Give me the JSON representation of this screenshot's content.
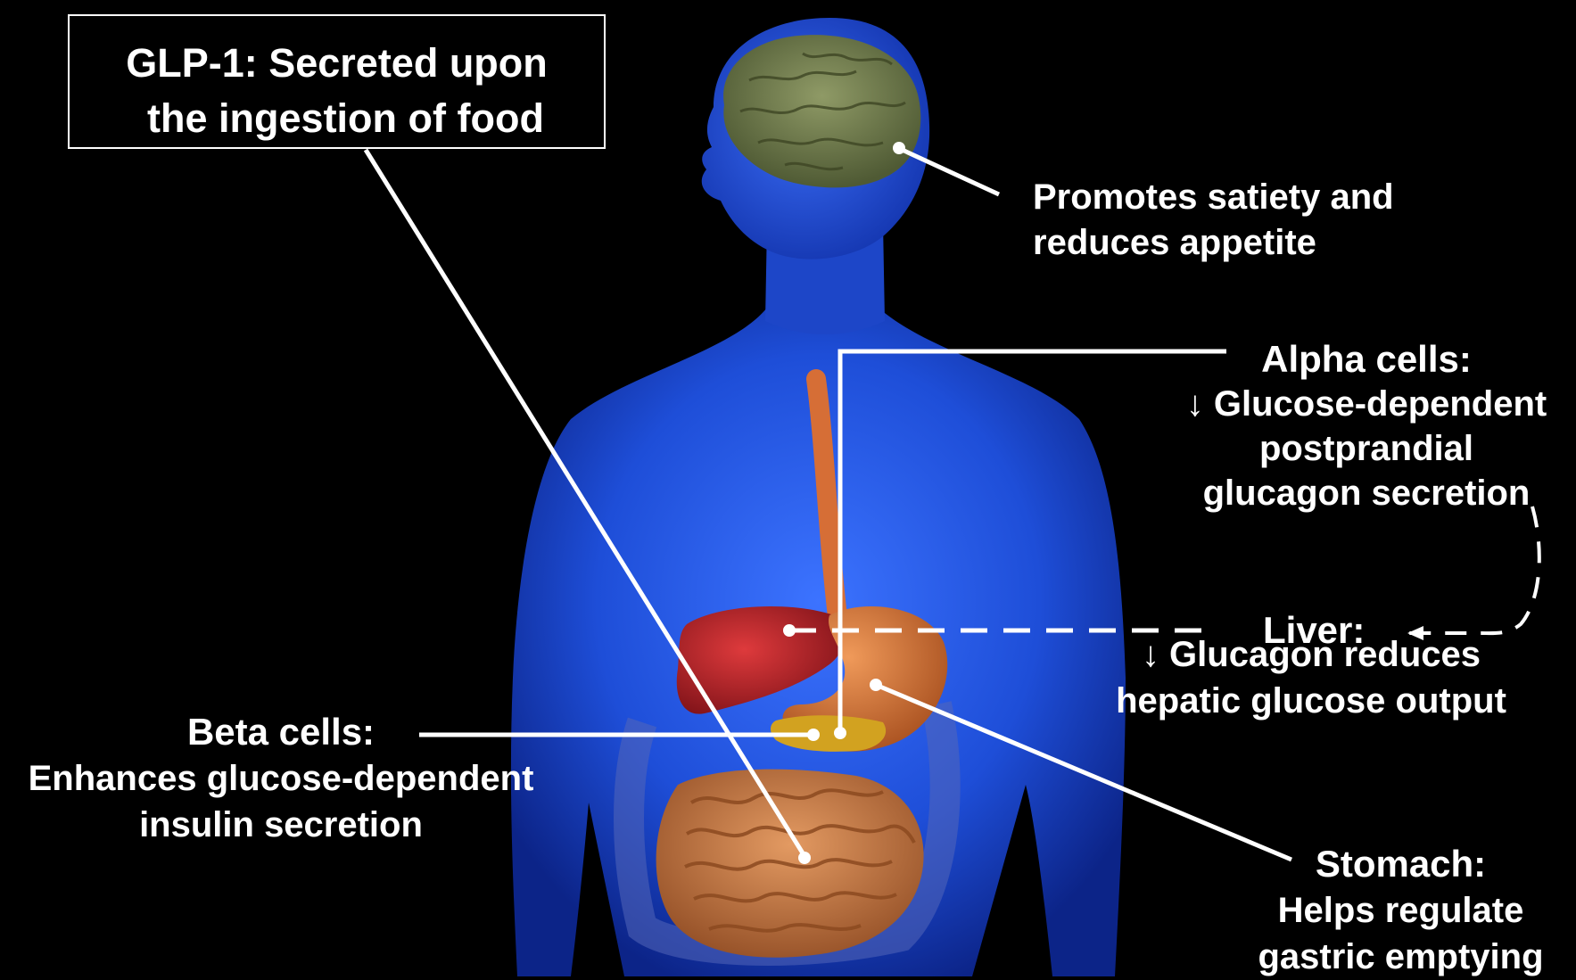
{
  "title_box": {
    "line1": "GLP-1: Secreted upon",
    "line2": "the ingestion of food"
  },
  "brain": {
    "line1": "Promotes satiety and",
    "line2": "reduces appetite"
  },
  "alpha": {
    "head": "Alpha cells:",
    "line1": "↓ Glucose-dependent",
    "line2": "postprandial",
    "line3": "glucagon secretion"
  },
  "liver": {
    "head": "Liver:",
    "line1": "↓ Glucagon reduces",
    "line2": "hepatic glucose output"
  },
  "beta": {
    "head": "Beta cells:",
    "line1": "Enhances glucose-dependent",
    "line2": "insulin secretion"
  },
  "stomach": {
    "head": "Stomach:",
    "line1": "Helps regulate",
    "line2": "gastric emptying"
  },
  "colors": {
    "background": "#000000",
    "body": "#1f4fd6",
    "brain": "#6f7a4e",
    "liver": "#b3232a",
    "stomach": "#d77a3e",
    "intestine": "#c97a46",
    "pancreas": "#d2a220",
    "text": "#ffffff"
  }
}
